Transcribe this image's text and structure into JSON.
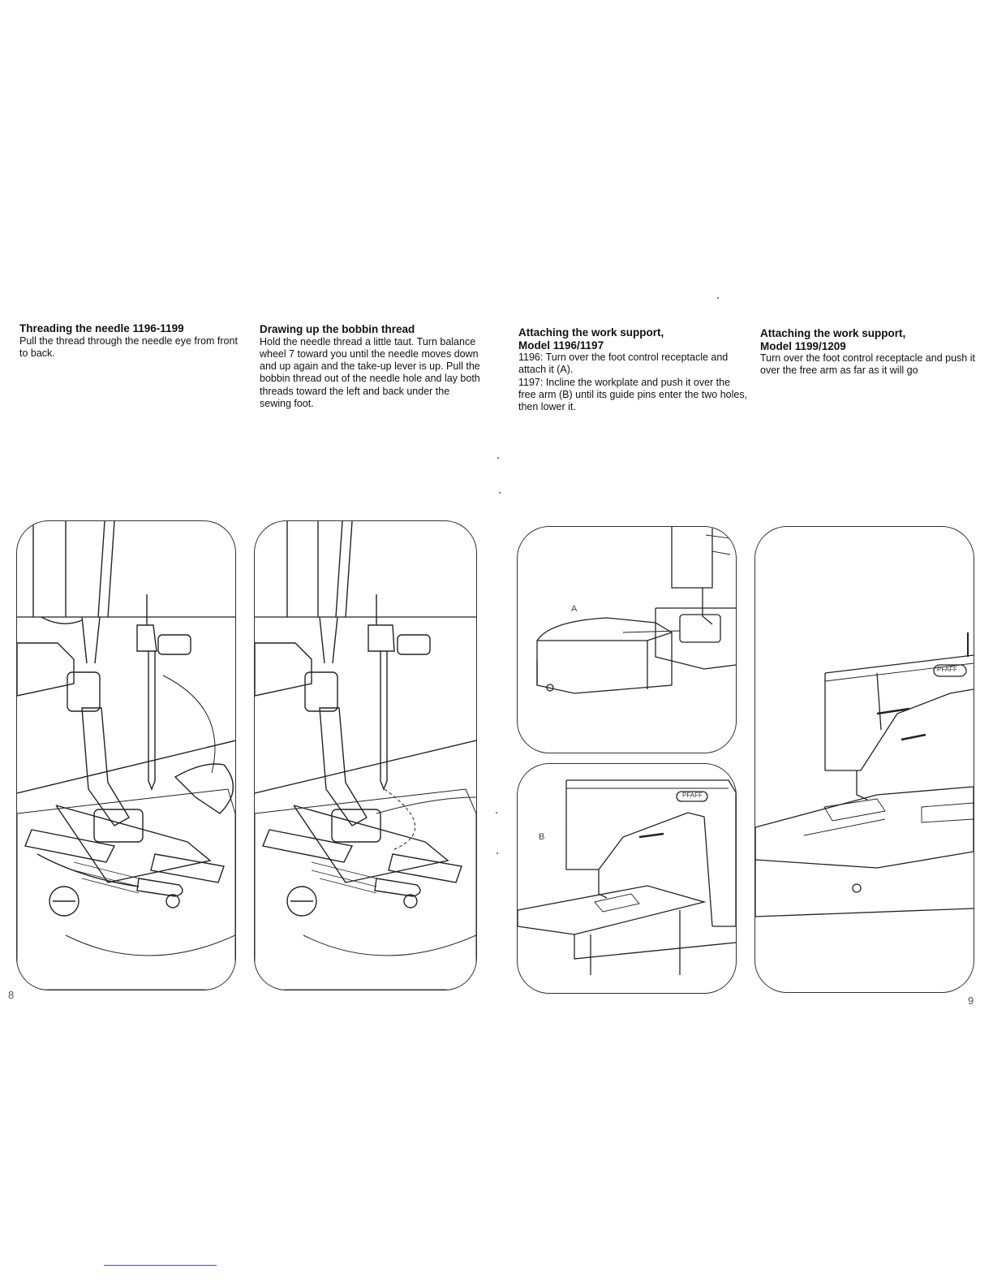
{
  "sections": [
    {
      "title": "Threading the needle 1196-1199",
      "body": "Pull the thread through the needle eye from front to back."
    },
    {
      "title": "Drawing up the bobbin thread",
      "body": "Hold the needle thread a little taut. Turn balance wheel 7 toward you until the needle moves down and up again and the take-up lever is up. Pull the bobbin thread out of the needle hole and lay both threads toward the left and back under the sewing foot."
    },
    {
      "title": "Attaching the work support,",
      "subtitle": "Model 1196/1197",
      "body1": "1196: Turn over the foot control receptacle and attach it (A).",
      "body2": "1197: Incline the workplate and push it over the free arm (B) until its guide pins enter the two holes, then lower it."
    },
    {
      "title": "Attaching the work support,",
      "subtitle": "Model 1199/1209",
      "body": "Turn over the foot control receptacle and push it over the free arm as far as it will go"
    }
  ],
  "figure_labels": {
    "a": "A",
    "b": "B",
    "brand1": "PFAFF",
    "brand2": "PFAFF"
  },
  "page_numbers": {
    "left": "8",
    "right": "9"
  },
  "icons": [
    "needle-threading-illustration",
    "bobbin-thread-illustration",
    "work-support-a-illustration",
    "work-support-b-illustration",
    "sewing-machine-1199-illustration"
  ]
}
